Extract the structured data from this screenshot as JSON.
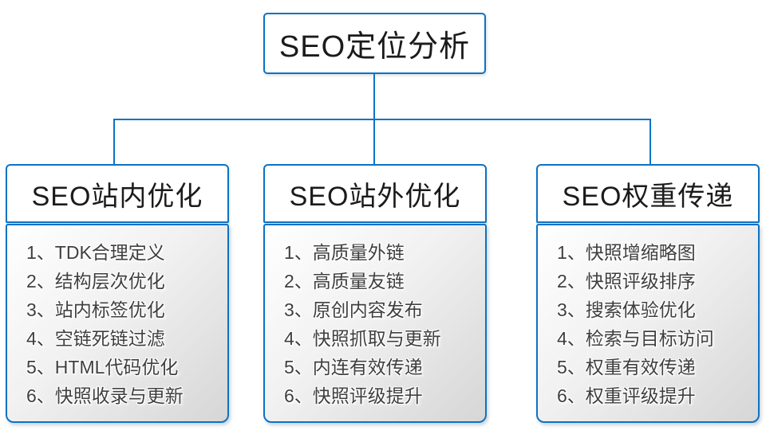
{
  "colors": {
    "accent": "#0d72c4",
    "list_gradient_top": "#ffffff",
    "list_gradient_bottom": "#d6d6d6"
  },
  "root": {
    "title": "SEO定位分析"
  },
  "columns": [
    {
      "title": "SEO站内优化",
      "items": [
        "1、TDK合理定义",
        "2、结构层次优化",
        "3、站内标签优化",
        "4、空链死链过滤",
        "5、HTML代码优化",
        "6、快照收录与更新"
      ]
    },
    {
      "title": "SEO站外优化",
      "items": [
        "1、高质量外链",
        "2、高质量友链",
        "3、原创内容发布",
        "4、快照抓取与更新",
        "5、内连有效传递",
        "6、快照评级提升"
      ]
    },
    {
      "title": "SEO权重传递",
      "items": [
        "1、快照增缩略图",
        "2、快照评级排序",
        "3、搜索体验优化",
        "4、检索与目标访问",
        "5、权重有效传递",
        "6、权重评级提升"
      ]
    }
  ]
}
